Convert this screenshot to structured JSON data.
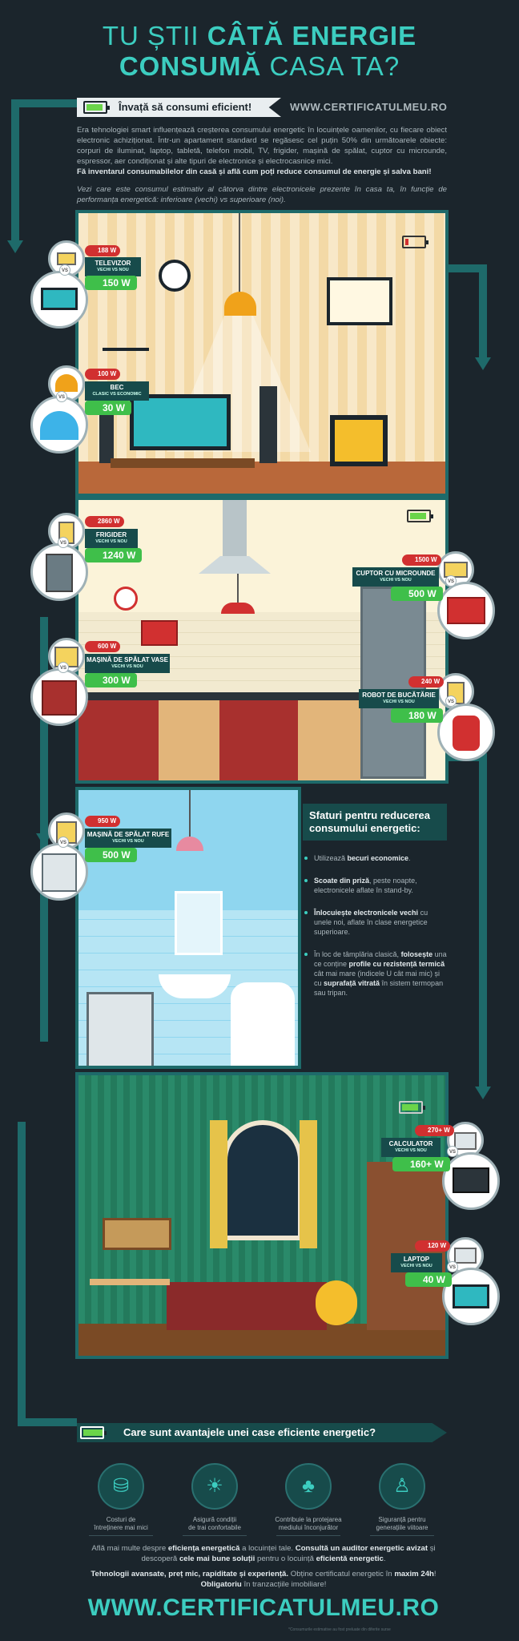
{
  "header": {
    "line1_a": "TU ȘTII ",
    "line1_b": "CÂTĂ ENERGIE",
    "line2_a": "CONSUMĂ",
    "line2_b": " CASA TA?"
  },
  "banner": {
    "label": "Învață să consumi eficient!",
    "site": "WWW.CERTIFICATULMEU.RO"
  },
  "intro": {
    "p1": "Era tehnologiei smart influențează creșterea consumului energetic în locuințele oamenilor, cu fiecare obiect electronic achiziționat. Într-un apartament standard se regăsesc cel puțin 50% din următoarele obiecte: corpuri de iluminat, laptop, tabletă, telefon mobil, TV, frigider, mașină de spălat, cuptor cu microunde, espressor, aer condiționat și alte tipuri de electronice și electrocasnice mici.",
    "p2": "Fă inventarul consumabilelor din casă și află cum poți reduce consumul de energie și salva bani!",
    "p3": "Vezi care este consumul estimativ al câtorva dintre electronicele prezente în casa ta, în funcție de performanța energetică: inferioare (vechi) vs superioare (noi)."
  },
  "vs_label": "VS",
  "appliances": {
    "tv": {
      "name": "TELEVIZOR",
      "sub": "VECHI VS NOU",
      "old": "188 W",
      "new": "150 W"
    },
    "bulb": {
      "name": "BEC",
      "sub": "CLASIC VS ECONOMIC",
      "old": "100 W",
      "new": "30 W"
    },
    "fridge": {
      "name": "FRIGIDER",
      "sub": "VECHI VS NOU",
      "old": "2860 W",
      "new": "1240 W"
    },
    "microwave": {
      "name": "CUPTOR CU MICROUNDE",
      "sub": "VECHI VS NOU",
      "old": "1500 W",
      "new": "500 W"
    },
    "dishwasher": {
      "name": "MAȘINĂ DE SPĂLAT VASE",
      "sub": "VECHI VS NOU",
      "old": "600 W",
      "new": "300 W"
    },
    "robot": {
      "name": "ROBOT DE BUCĂTĂRIE",
      "sub": "VECHI VS NOU",
      "old": "240 W",
      "new": "180 W"
    },
    "washer": {
      "name": "MAȘINĂ DE SPĂLAT RUFE",
      "sub": "VECHI VS NOU",
      "old": "950 W",
      "new": "500 W"
    },
    "computer": {
      "name": "CALCULATOR",
      "sub": "VECHI VS NOU",
      "old": "270+ W",
      "new": "160+ W"
    },
    "laptop": {
      "name": "LAPTOP",
      "sub": "VECHI VS NOU",
      "old": "120 W",
      "new": "40 W"
    }
  },
  "tips": {
    "title": "Sfaturi pentru reducerea consumului energetic:",
    "t1_a": "Utilizează ",
    "t1_b": "becuri economice",
    "t1_c": ".",
    "t2_a": "Scoate din priză",
    "t2_b": ", peste noapte, electronicele aflate în stand-by.",
    "t3_a": "Înlocuiește electronicele vechi",
    "t3_b": " cu unele noi, aflate în clase energetice superioare.",
    "t4_a": "În loc de tâmplăria clasică, ",
    "t4_b": "folosește",
    "t4_c": " una ce conține ",
    "t4_d": "profile cu rezistență termică",
    "t4_e": " cât mai mare (indicele U cât mai mic) și cu ",
    "t4_f": "suprafață vitrată",
    "t4_g": " în sistem termopan sau tripan."
  },
  "benefits": {
    "title": "Care sunt avantajele unei case eficiente energetic?",
    "items": [
      {
        "icon": "coins-icon",
        "l1": "Costuri de",
        "l2": "întreținere mai mici"
      },
      {
        "icon": "sun-icon",
        "l1": "Asigură condiții",
        "l2": "de trai confortabile"
      },
      {
        "icon": "tree-icon",
        "l1": "Contribuie la protejarea",
        "l2": "mediului înconjurător"
      },
      {
        "icon": "person-icon",
        "l1": "Siguranță pentru",
        "l2": "generațiile viitoare"
      }
    ]
  },
  "outro": {
    "o1_a": "Află mai multe despre ",
    "o1_b": "eficiența energetică",
    "o1_c": " a locuinței tale. ",
    "o1_d": "Consultă un auditor energetic avizat",
    "o1_e": " și descoperă ",
    "o1_f": "cele mai bune soluții",
    "o1_g": " pentru o locuință ",
    "o1_h": "eficientă energetic",
    "o1_i": ".",
    "o2_a": "Tehnologii avansate, preț mic, rapiditate și experiență.",
    "o2_b": " Obține certificatul energetic în ",
    "o2_c": "maxim 24h",
    "o2_d": "! ",
    "o2_e": "Obligatoriu",
    "o2_f": " în tranzacțiile imobiliare!"
  },
  "footer": {
    "site": "WWW.CERTIFICATULMEU.RO",
    "note": "*Consumurile estimative au fost preluate din diferite surse"
  },
  "colors": {
    "accent": "#3ccdc0",
    "pipe": "#1e6a6a",
    "red": "#d13030",
    "green": "#3fbf4a",
    "bg": "#1b252c"
  }
}
